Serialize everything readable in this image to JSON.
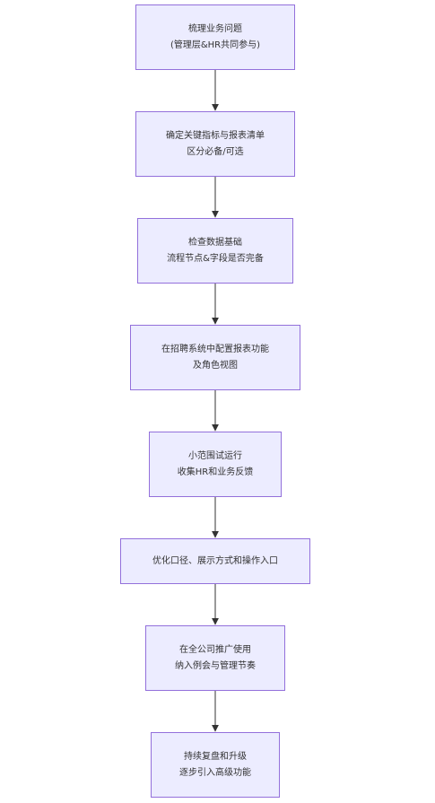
{
  "colors": {
    "node_fill": "#ececff",
    "node_border": "#9370db",
    "edge": "#333333",
    "text": "#333333"
  },
  "nodes": [
    {
      "line1": "梳理业务问题",
      "line2": "(管理层&HR共同参与)"
    },
    {
      "line1": "确定关键指标与报表清单",
      "line2": "区分必备/可选"
    },
    {
      "line1": "检查数据基础",
      "line2": "流程节点&字段是否完备"
    },
    {
      "line1": "在招聘系统中配置报表功能",
      "line2": "及角色视图"
    },
    {
      "line1": "小范围试运行",
      "line2": "收集HR和业务反馈"
    },
    {
      "line1": "优化口径、展示方式和操作入口"
    },
    {
      "line1": "在全公司推广使用",
      "line2": "纳入例会与管理节奏"
    },
    {
      "line1": "持续复盘和升级",
      "line2": "逐步引入高级功能"
    }
  ]
}
